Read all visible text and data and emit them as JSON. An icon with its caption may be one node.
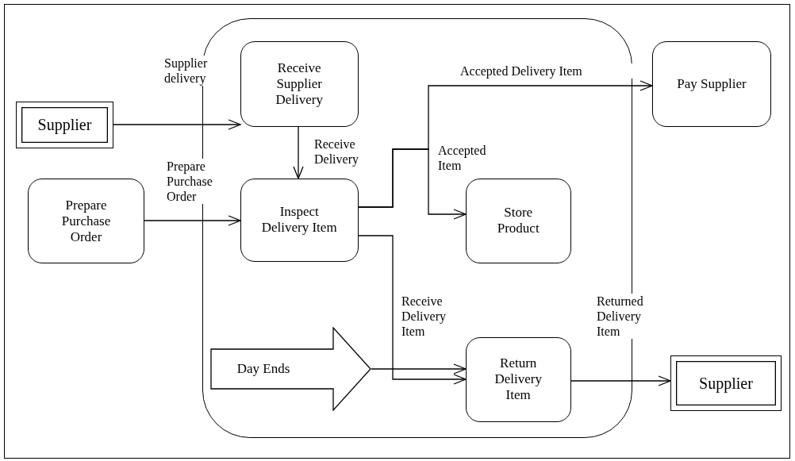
{
  "diagram": {
    "nodes": [
      {
        "text": [],
        "shape": "box"
      },
      {
        "text": [
          "Supplier"
        ]
      },
      {
        "text": [
          "Receive Supplier Delivery"
        ],
        "in": 0
      },
      {
        "text": [
          "Pay Supplier"
        ]
      },
      {
        "text": [
          "Prepare Purchase Order"
        ]
      },
      {
        "text": [
          "Inspect Delivery Item"
        ],
        "in": 0
      },
      {
        "text": [
          "Store Product"
        ],
        "in": 0
      },
      {
        "text": [
          "Day Ends"
        ],
        "in": 0
      },
      {
        "text": [
          "Return Delivery Item"
        ],
        "in": 0
      },
      {
        "text": [
          "Supplier"
        ]
      }
    ],
    "edges": [
      {
        "from": 1,
        "to": 2,
        "arrow": "to",
        "label": "Supplier delivery"
      },
      {
        "from": 2,
        "to": 5,
        "arrow": "to",
        "label": "Receive Delivery"
      },
      {
        "from": 4,
        "to": 5,
        "arrow": "to",
        "label": "Prepare Purchase Order"
      },
      {
        "from": 5,
        "to": 3,
        "arrow": "to",
        "label": "Accepted Delivery Item"
      },
      {
        "from": 5,
        "to": 6,
        "arrow": "to",
        "label": "Accepted Item"
      },
      {
        "from": 5,
        "to": 8,
        "arrow": "to",
        "label": "Receive Delivery Item"
      },
      {
        "from": 7,
        "to": 8,
        "arrow": "to"
      },
      {
        "from": 8,
        "to": 9,
        "arrow": "to",
        "label": "Returned Delivery Item"
      }
    ]
  }
}
